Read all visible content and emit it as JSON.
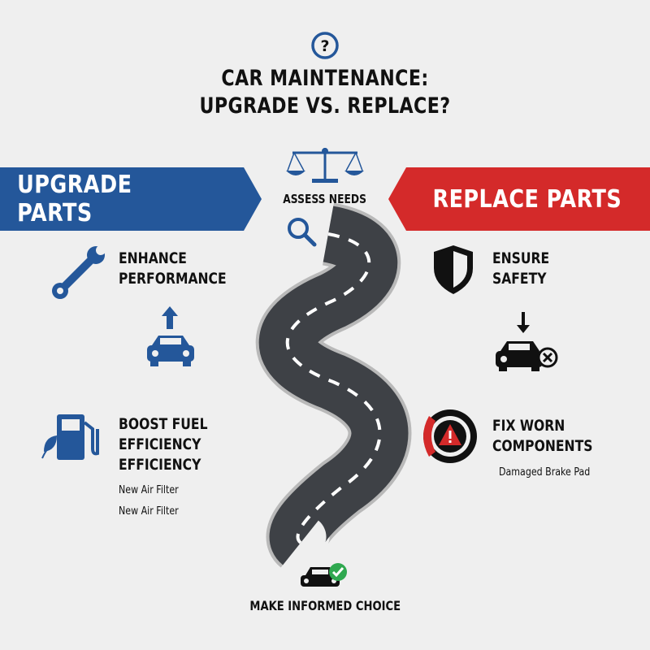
{
  "header": {
    "title_line1": "CAR MAINTENANCE:",
    "title_line2": "UPGRADE VS. REPLACE?",
    "question_icon": "question-circle-icon"
  },
  "center": {
    "assess_label": "ASSESS NEEDS",
    "final_label": "MAKE INFORMED CHOICE",
    "icons": [
      "scale-icon",
      "magnifier-icon",
      "road",
      "car-check-icon"
    ]
  },
  "upgrade": {
    "banner": "UPGRADE PARTS",
    "color": "#24579a",
    "items": [
      {
        "line1": "ENHANCE",
        "line2": "PERFORMANCE",
        "icon": "wrench-icon"
      },
      {
        "line1": "BOOST FUEL EFFICIENCY",
        "line2": "EFFICIENCY",
        "icon": "fuel-pump-icon"
      }
    ],
    "car_icon": "car-arrow-up-icon",
    "notes": [
      "New Air Filter",
      "New Air Filter"
    ]
  },
  "replace": {
    "banner": "REPLACE PARTS",
    "color": "#d42a2a",
    "items": [
      {
        "line1": "ENSURE",
        "line2": "SAFETY",
        "icon": "shield-icon"
      },
      {
        "line1": "FIX WORN",
        "line2": "COMPONENTS",
        "icon": "brake-warning-icon"
      }
    ],
    "car_icon": "car-x-icon",
    "note": "Damaged Brake Pad"
  }
}
